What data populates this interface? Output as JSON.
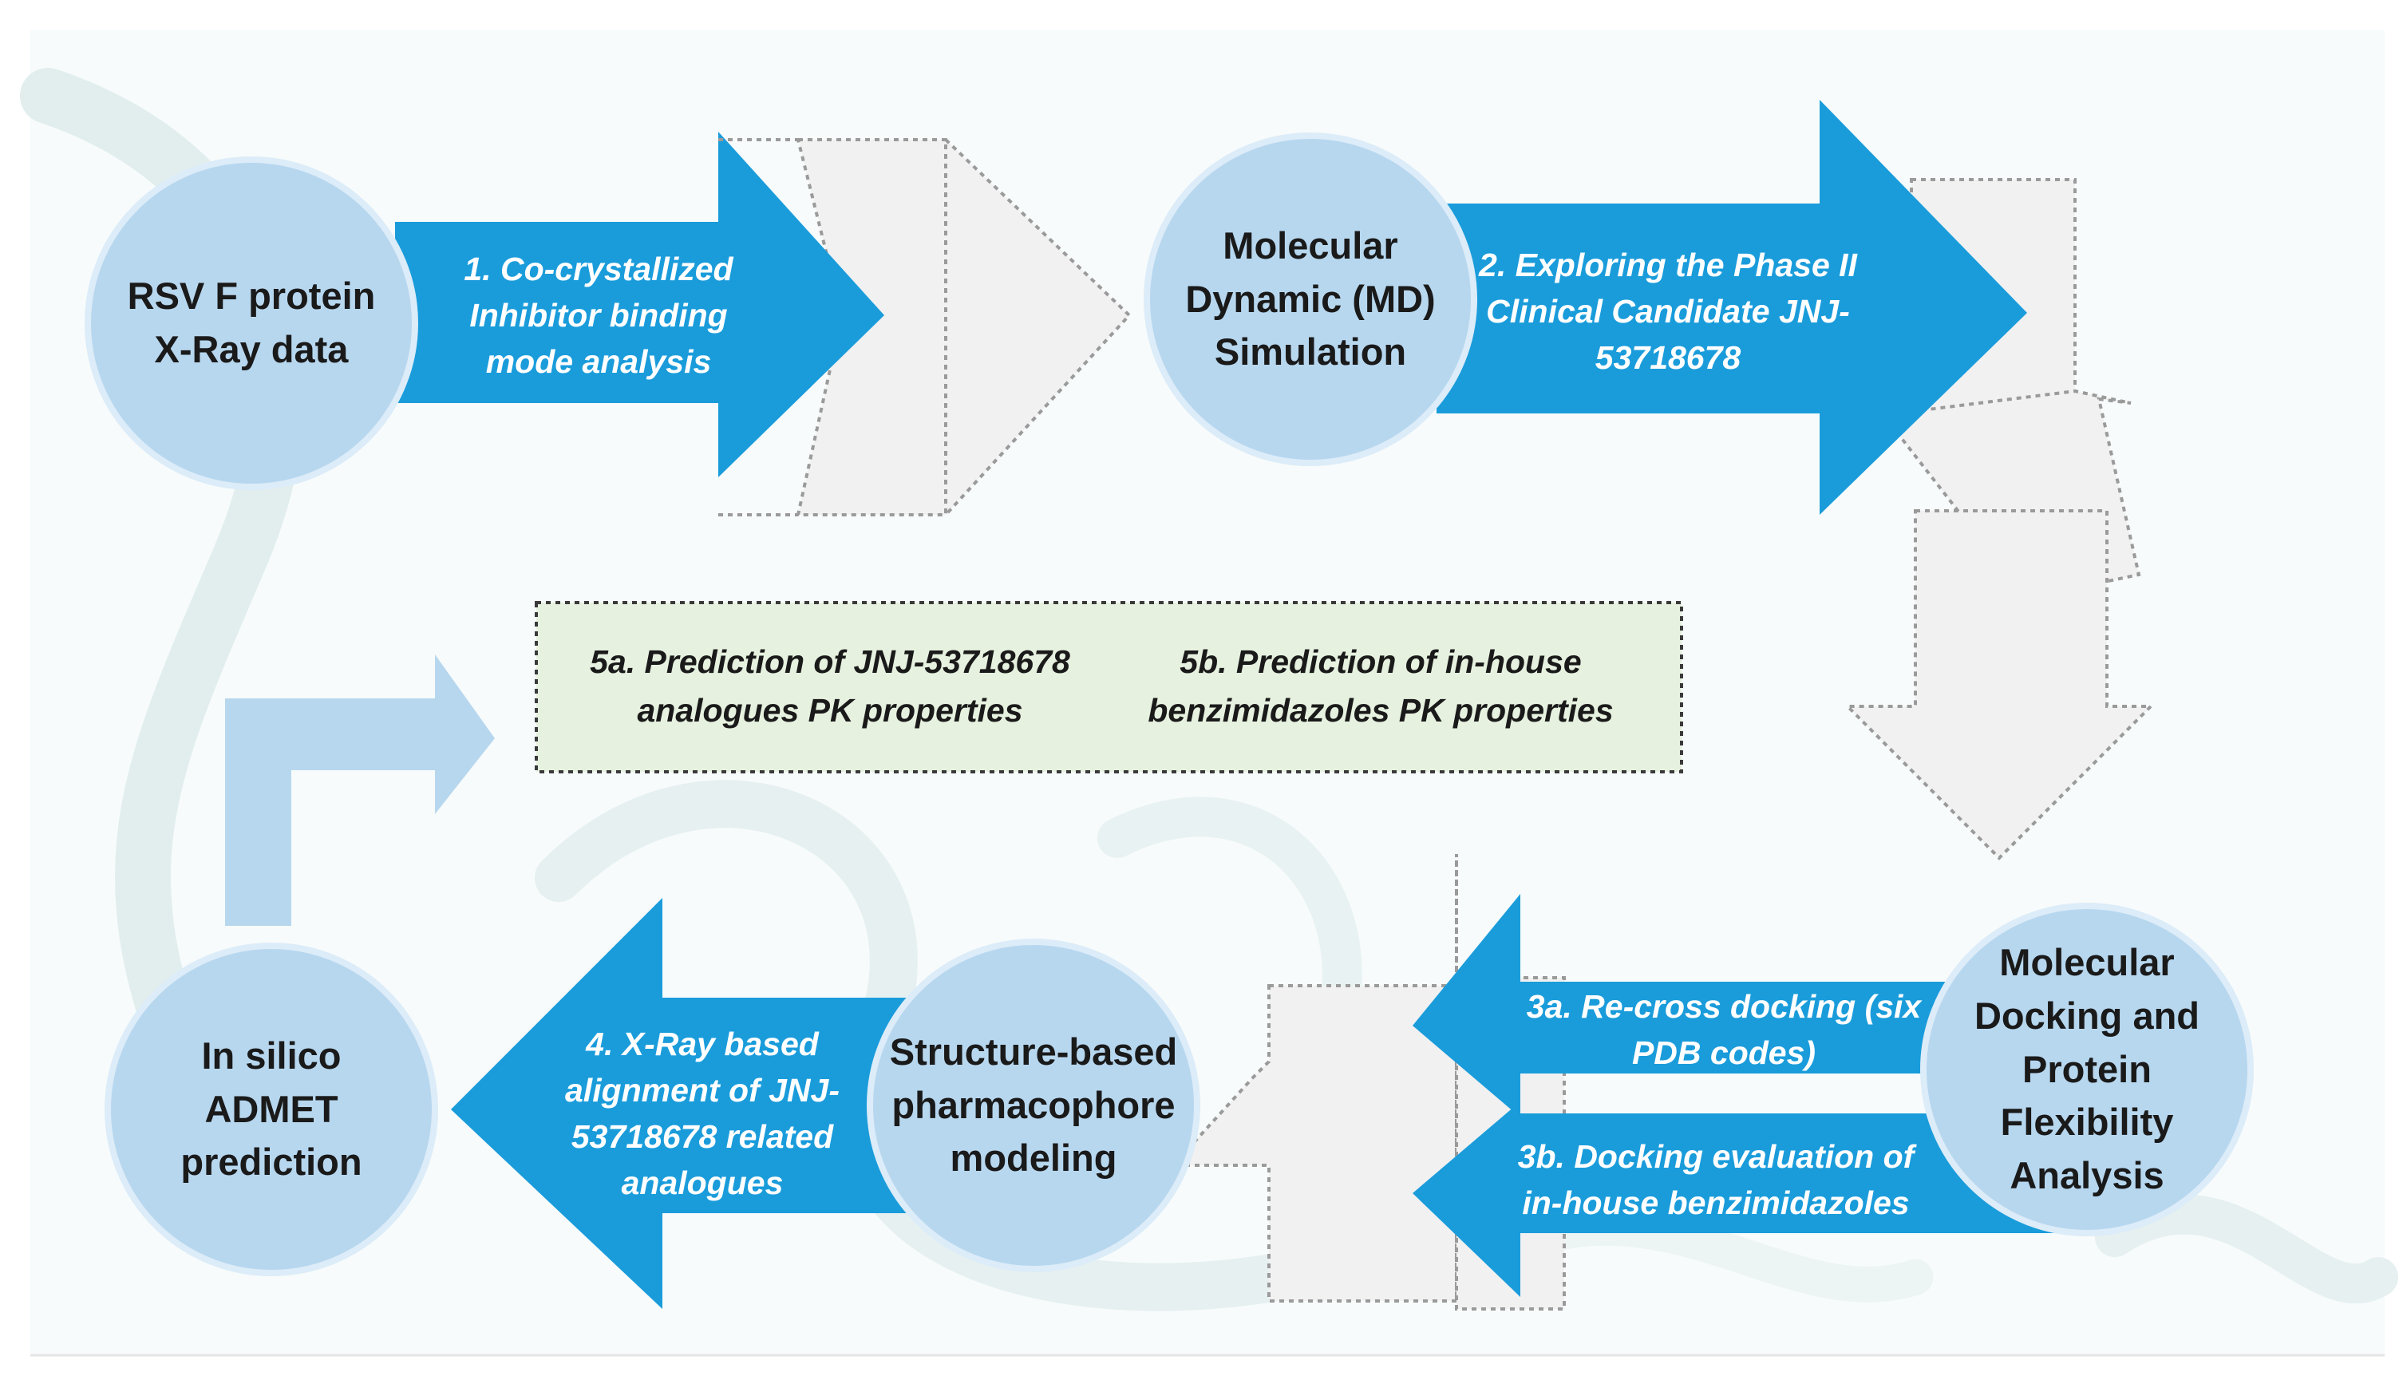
{
  "colors": {
    "circle_fill": "#b7d7ef",
    "circle_stroke": "#d6e9f7",
    "blue_arrow": "#1a9cdb",
    "grey_arrow_fill": "#f1f1f1",
    "grey_arrow_stroke": "#9a9a9a",
    "result_box_fill": "#e6f1df",
    "background_tint": "#e3eff0"
  },
  "nodes": {
    "rsv": "RSV F protein\nX-Ray data",
    "md": "Molecular\nDynamic (MD)\nSimulation",
    "docking": "Molecular\nDocking and\nProtein\nFlexibility\nAnalysis",
    "pharmacophore": "Structure-based\npharmacophore\nmodeling",
    "admet": "In silico\nADMET\nprediction"
  },
  "steps": {
    "step1": "1. Co-crystallized\nInhibitor binding\nmode analysis",
    "step2": "2. Exploring the Phase II\nClinical Candidate JNJ-\n53718678",
    "step3a": "3a. Re-cross docking (six\nPDB codes)",
    "step3b": "3b. Docking evaluation of\nin-house benzimidazoles",
    "step4": "4. X-Ray based\nalignment of JNJ-\n53718678 related\nanalogues"
  },
  "results": {
    "step5a": "5a. Prediction of JNJ-53718678\nanalogues  PK properties",
    "step5b": "5b. Prediction of in-house\nbenzimidazoles  PK properties"
  }
}
